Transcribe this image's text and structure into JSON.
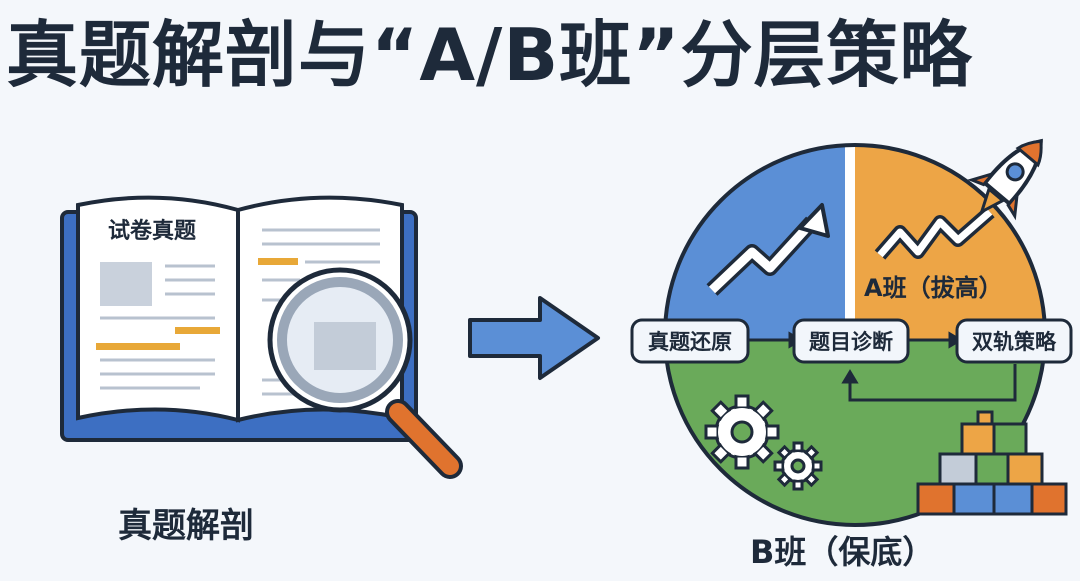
{
  "title": "真题解剖与“A/B班”分层策略",
  "book": {
    "page_heading": "试卷真题",
    "caption": "真题解剖"
  },
  "flow": {
    "step1": "真题还原",
    "step2": "题目诊断",
    "step3": "双轨策略"
  },
  "classes": {
    "a_label": "A班（拔高）",
    "b_label": "B班（保底）"
  },
  "colors": {
    "blue": "#5b8fd6",
    "orange": "#eda546",
    "green": "#6aaa5a",
    "navy": "#1e2a3a",
    "highlight": "#e8a838"
  }
}
